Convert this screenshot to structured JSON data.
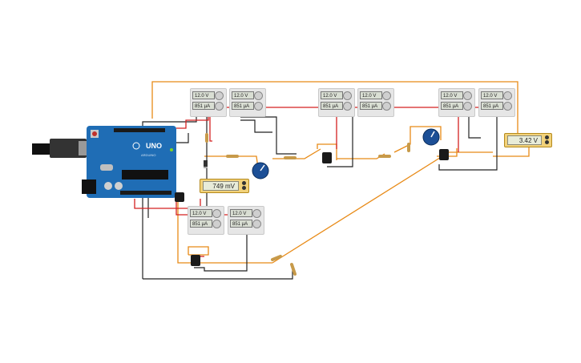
{
  "board": {
    "name": "UNO",
    "brand": "ARDUINO"
  },
  "power_supplies": [
    {
      "voltage": "12.0 V",
      "current": "851 µA"
    },
    {
      "voltage": "12.0 V",
      "current": "851 µA"
    },
    {
      "voltage": "12.0 V",
      "current": "851 µA"
    },
    {
      "voltage": "12.0 V",
      "current": "851 µA"
    },
    {
      "voltage": "12.0 V",
      "current": "851 µA"
    },
    {
      "voltage": "12.0 V",
      "current": "851 µA"
    },
    {
      "voltage": "12.0 V",
      "current": "851 µA"
    },
    {
      "voltage": "12.0 V",
      "current": "851 µA"
    }
  ],
  "meters": [
    {
      "reading": "749 mV"
    },
    {
      "reading": "3.42 V"
    }
  ],
  "colors": {
    "wire_red": "#d42020",
    "wire_orange": "#e88a16",
    "wire_black": "#222222",
    "board_blue": "#1f6db5",
    "meter_yellow": "#f2d27a"
  }
}
